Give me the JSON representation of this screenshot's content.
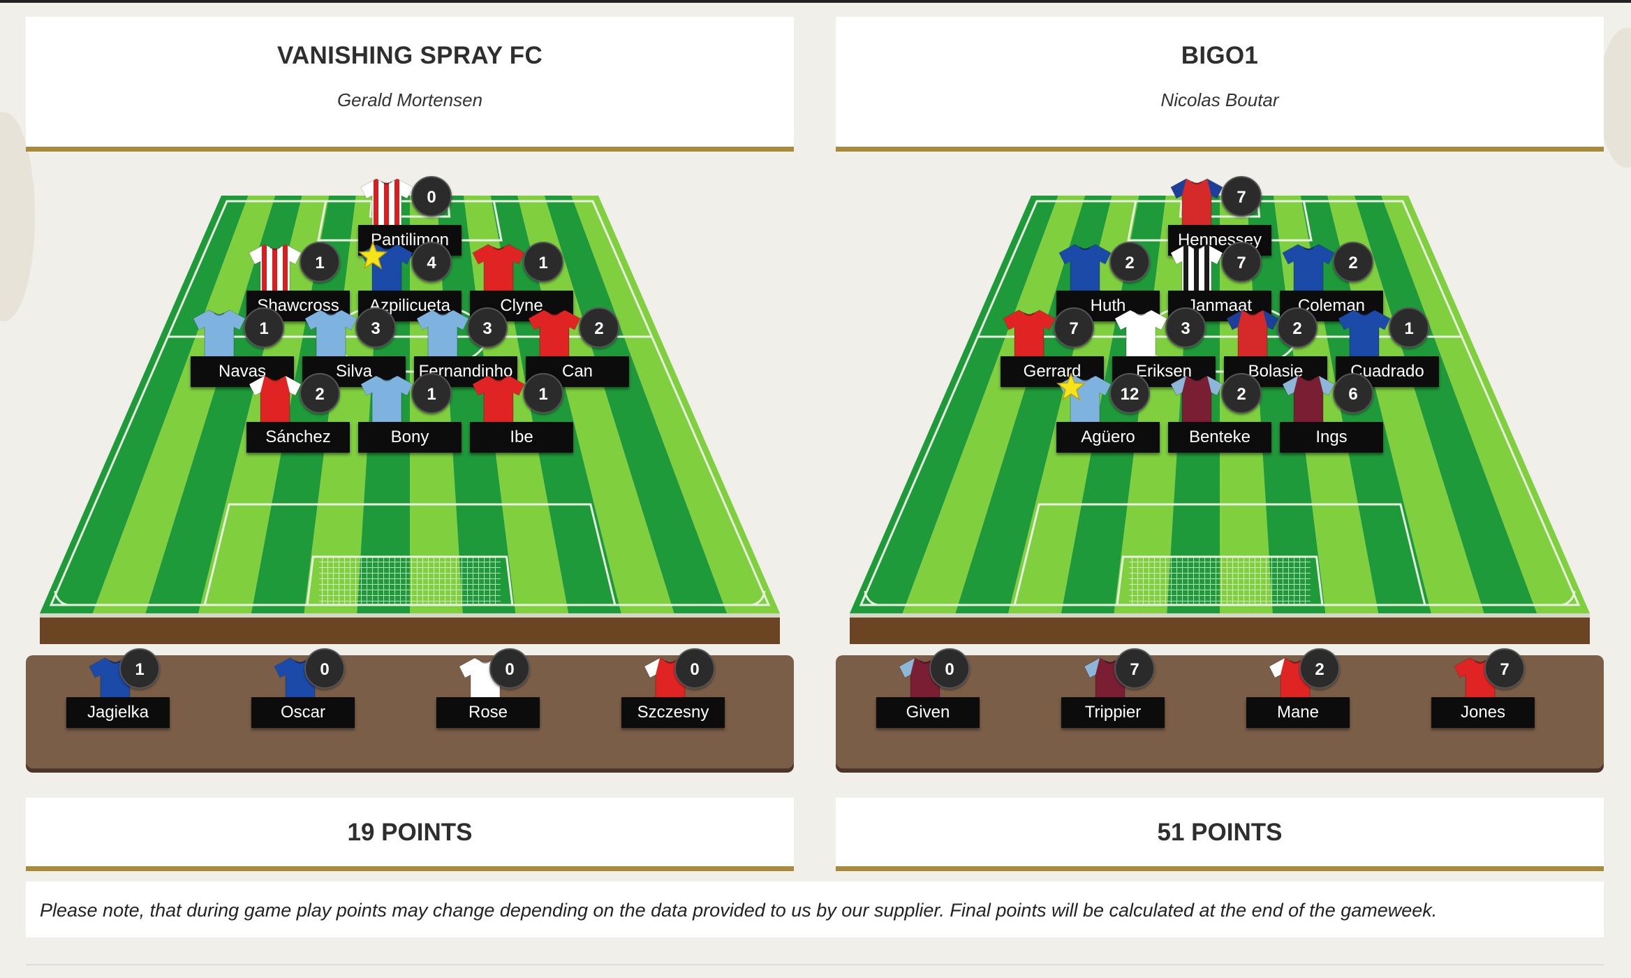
{
  "note": "Please note, that during game play points may change depending on the data provided to us by our supplier. Final points will be calculated at the end of the gameweek.",
  "colors": {
    "accent_gold": "#a88a3c",
    "bench_brown": "#7b5e47",
    "pitch_dark": "#1f9a3a",
    "pitch_light": "#7fcf3f"
  },
  "teams": [
    {
      "name": "VANISHING SPRAY FC",
      "manager": "Gerald Mortensen",
      "points": "19 POINTS",
      "rows": [
        [
          {
            "name": "Pantilimon",
            "points": "0",
            "kit": "stripes-red"
          }
        ],
        [
          {
            "name": "Shawcross",
            "points": "1",
            "kit": "stripes-red"
          },
          {
            "name": "Azpilicueta",
            "points": "4",
            "kit": "blue",
            "captain": true
          },
          {
            "name": "Clyne",
            "points": "1",
            "kit": "red"
          }
        ],
        [
          {
            "name": "Navas",
            "points": "1",
            "kit": "skyblue"
          },
          {
            "name": "Silva",
            "points": "3",
            "kit": "skyblue"
          },
          {
            "name": "Fernandinho",
            "points": "3",
            "kit": "skyblue"
          },
          {
            "name": "Can",
            "points": "2",
            "kit": "red"
          }
        ],
        [
          {
            "name": "Sánchez",
            "points": "2",
            "kit": "red-white"
          },
          {
            "name": "Bony",
            "points": "1",
            "kit": "skyblue"
          },
          {
            "name": "Ibe",
            "points": "1",
            "kit": "red"
          }
        ]
      ],
      "bench": [
        {
          "name": "Jagielka",
          "points": "1",
          "kit": "blue"
        },
        {
          "name": "Oscar",
          "points": "0",
          "kit": "blue"
        },
        {
          "name": "Rose",
          "points": "0",
          "kit": "white"
        },
        {
          "name": "Szczesny",
          "points": "0",
          "kit": "red-white"
        }
      ]
    },
    {
      "name": "BIGO1",
      "manager": "Nicolas Boutar",
      "points": "51 POINTS",
      "rows": [
        [
          {
            "name": "Hennessey",
            "points": "7",
            "kit": "red-blue"
          }
        ],
        [
          {
            "name": "Huth",
            "points": "2",
            "kit": "blue"
          },
          {
            "name": "Janmaat",
            "points": "7",
            "kit": "stripes-black"
          },
          {
            "name": "Coleman",
            "points": "2",
            "kit": "blue"
          }
        ],
        [
          {
            "name": "Gerrard",
            "points": "7",
            "kit": "red"
          },
          {
            "name": "Eriksen",
            "points": "3",
            "kit": "white"
          },
          {
            "name": "Bolasie",
            "points": "2",
            "kit": "red-blue"
          },
          {
            "name": "Cuadrado",
            "points": "1",
            "kit": "blue"
          }
        ],
        [
          {
            "name": "Agüero",
            "points": "12",
            "kit": "skyblue",
            "captain": true
          },
          {
            "name": "Benteke",
            "points": "2",
            "kit": "claret"
          },
          {
            "name": "Ings",
            "points": "6",
            "kit": "claret"
          }
        ]
      ],
      "bench": [
        {
          "name": "Given",
          "points": "0",
          "kit": "claret"
        },
        {
          "name": "Trippier",
          "points": "7",
          "kit": "claret"
        },
        {
          "name": "Mane",
          "points": "2",
          "kit": "red-white"
        },
        {
          "name": "Jones",
          "points": "7",
          "kit": "red"
        }
      ]
    }
  ]
}
